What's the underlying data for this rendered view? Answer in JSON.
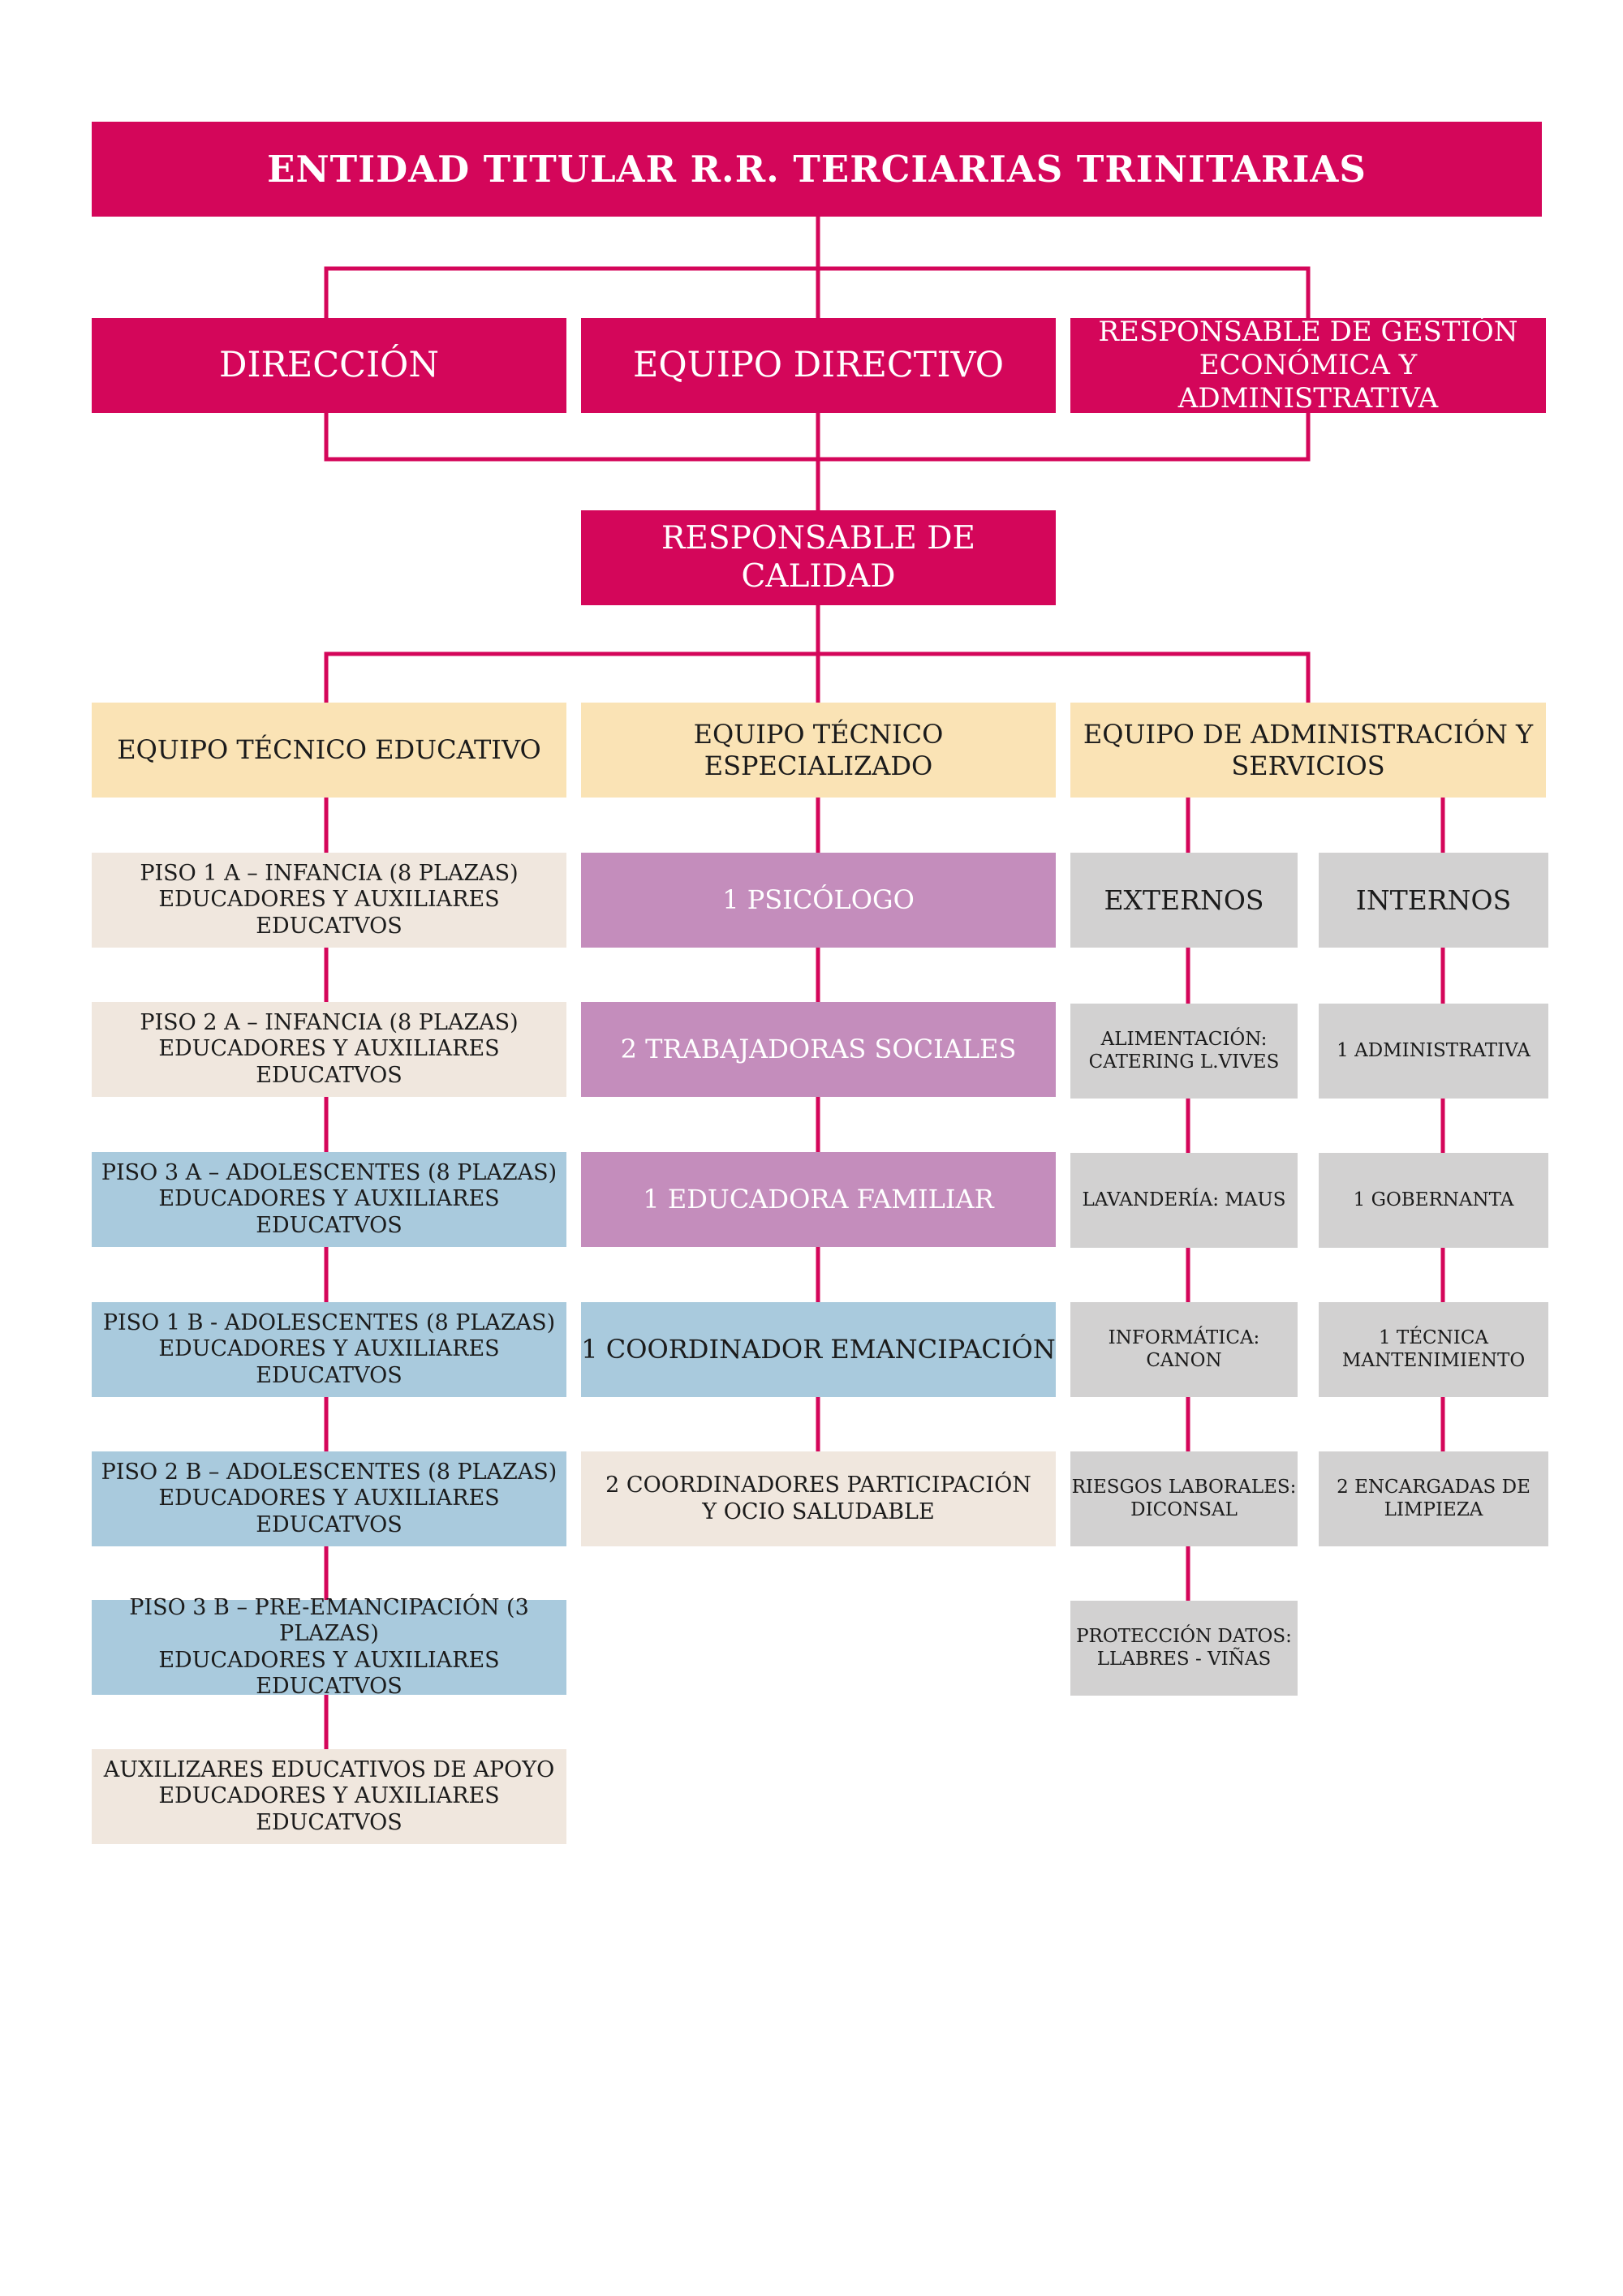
{
  "title": "ENTIDAD TITULAR R.R. TERCIARIAS TRINITARIAS",
  "level1": {
    "direccion": "DIRECCIÓN",
    "equipo_directivo": "EQUIPO DIRECTIVO",
    "gestion": "RESPONSABLE DE GESTIÓN\nECONÓMICA Y ADMINISTRATIVA"
  },
  "calidad": "RESPONSABLE DE CALIDAD",
  "teams": {
    "educativo": "EQUIPO TÉCNICO EDUCATIVO",
    "especializado": "EQUIPO TÉCNICO ESPECIALIZADO",
    "administracion": "EQUIPO DE ADMINISTRACIÓN Y\nSERVICIOS"
  },
  "educativo_items": [
    "PISO 1 A – INFANCIA (8 PLAZAS)\nEDUCADORES Y AUXILIARES EDUCATVOS",
    "PISO 2 A – INFANCIA (8 PLAZAS)\nEDUCADORES Y AUXILIARES EDUCATVOS",
    "PISO 3 A – ADOLESCENTES (8 PLAZAS)\nEDUCADORES Y AUXILIARES EDUCATVOS",
    "PISO 1 B - ADOLESCENTES (8 PLAZAS)\nEDUCADORES Y AUXILIARES EDUCATVOS",
    "PISO 2 B – ADOLESCENTES (8 PLAZAS)\nEDUCADORES Y AUXILIARES EDUCATVOS",
    "PISO 3 B – PRE-EMANCIPACIÓN (3 PLAZAS)\nEDUCADORES Y AUXILIARES EDUCATVOS",
    "AUXILIZARES EDUCATIVOS DE APOYO\nEDUCADORES Y AUXILIARES EDUCATVOS"
  ],
  "especializado_items": [
    "1 PSICÓLOGO",
    "2 TRABAJADORAS SOCIALES",
    "1 EDUCADORA FAMILIAR",
    "1 COORDINADOR EMANCIPACIÓN",
    "2 COORDINADORES PARTICIPACIÓN\nY OCIO SALUDABLE"
  ],
  "externos": {
    "header": "EXTERNOS",
    "items": [
      "ALIMENTACIÓN:\nCATERING L.VIVES",
      "LAVANDERÍA: MAUS",
      "INFORMÁTICA: CANON",
      "RIESGOS LABORALES:\nDICONSAL",
      "PROTECCIÓN DATOS:\nLLABRES - VIÑAS"
    ]
  },
  "internos": {
    "header": "INTERNOS",
    "items": [
      "1 ADMINISTRATIVA",
      "1 GOBERNANTA",
      "1 TÉCNICA\nMANTENIMIENTO",
      "2 ENCARGADAS DE\nLIMPIEZA"
    ]
  },
  "colors": {
    "magenta": "#d4065a",
    "yellow": "#fae3b5",
    "beige": "#f0e7de",
    "blue": "#a9cadd",
    "purple": "#c48dbc",
    "gray": "#d2d1d1",
    "line": "#d4065a"
  }
}
